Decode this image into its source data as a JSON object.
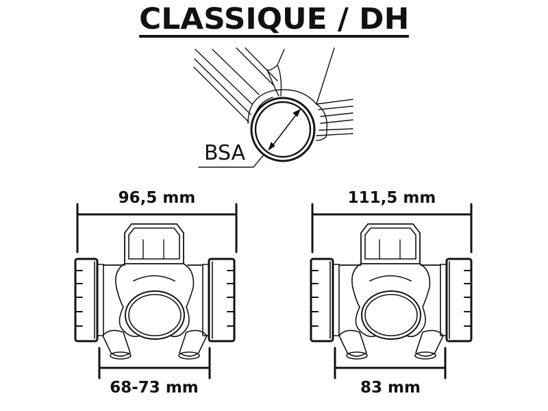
{
  "title": "CLASSIQUE / DH",
  "frame_diagram": {
    "label": "BSA"
  },
  "bottom_brackets": [
    {
      "name": "classique",
      "overall_width": "96,5 mm",
      "shell_width": "68-73 mm"
    },
    {
      "name": "dh",
      "overall_width": "111,5 mm",
      "shell_width": "83 mm"
    }
  ],
  "colors": {
    "line": "#111111",
    "background": "#ffffff"
  }
}
